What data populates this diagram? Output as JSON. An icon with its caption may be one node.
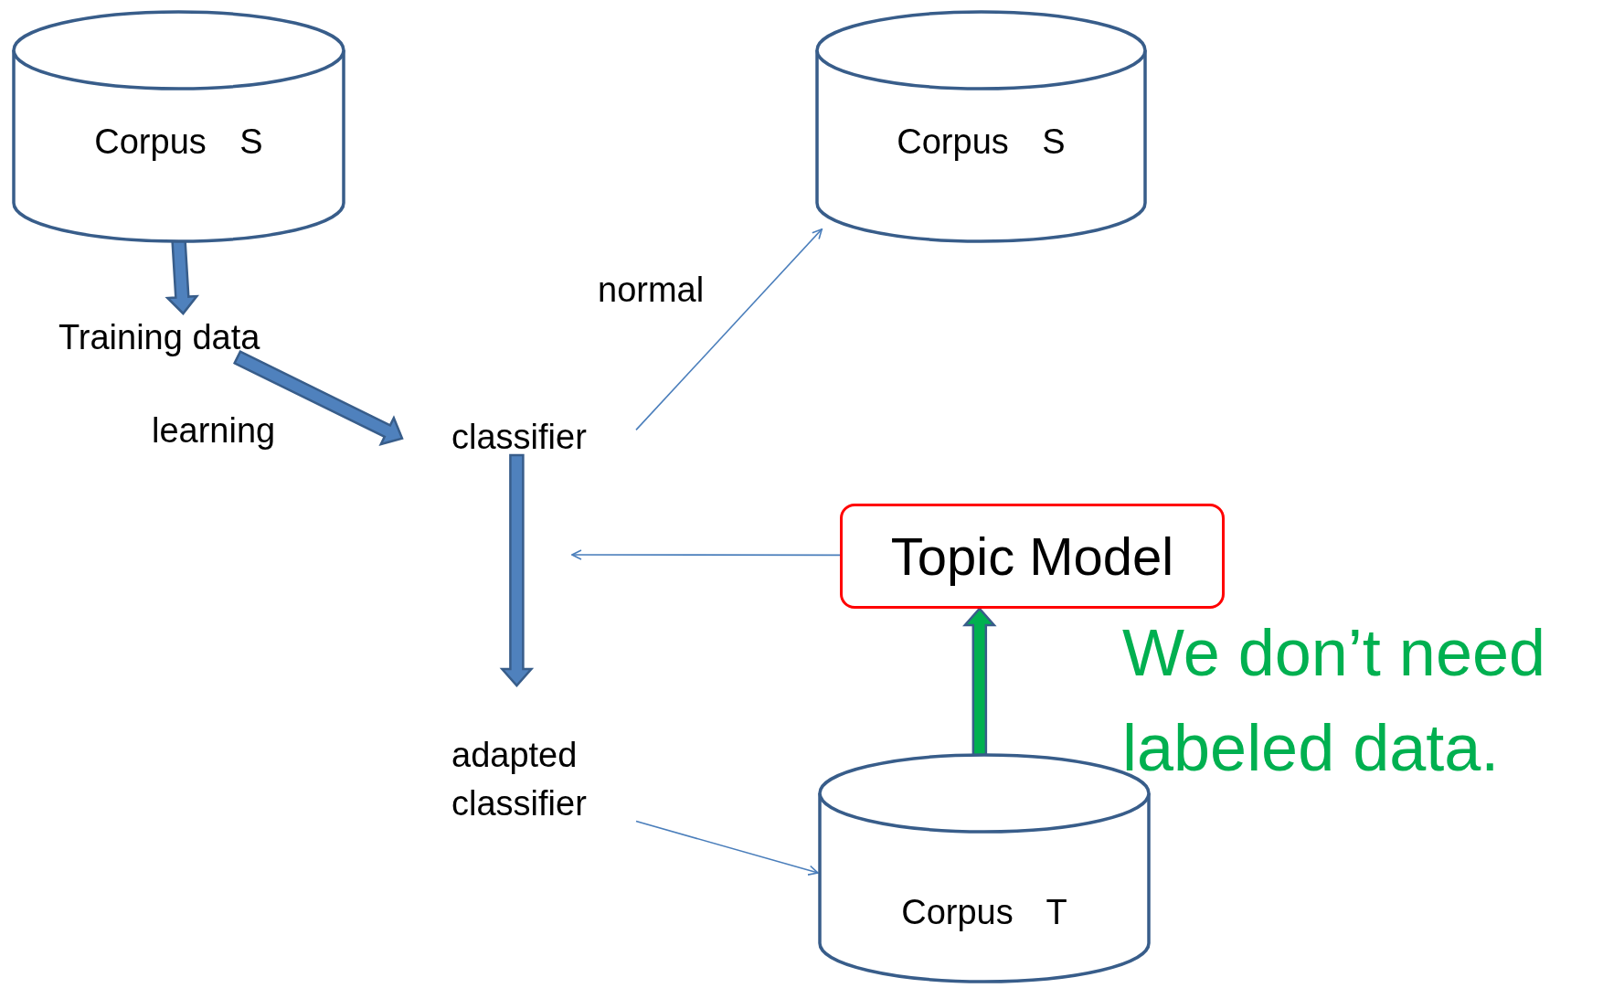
{
  "diagram": {
    "nodes": [
      {
        "text": [
          "Corpus S"
        ]
      },
      {
        "text": [
          "Corpus S"
        ]
      },
      {
        "text": [
          "Training data"
        ]
      },
      {
        "text": [
          "classifier"
        ]
      },
      {
        "text": [
          "Topic Model"
        ]
      },
      {
        "text": [
          "adapted classifier"
        ]
      },
      {
        "text": [
          "Corpus T"
        ]
      }
    ],
    "edges": [
      {
        "from": 0,
        "to": 2,
        "arrow": "to",
        "style": "thick"
      },
      {
        "from": 2,
        "to": 3,
        "arrow": "to",
        "style": "thick",
        "label": "learning"
      },
      {
        "from": 3,
        "to": 1,
        "arrow": "to",
        "label": "normal"
      },
      {
        "from": 3,
        "to": 5,
        "arrow": "to",
        "style": "thick"
      },
      {
        "from": 4,
        "to": null,
        "arrow": "to"
      },
      {
        "from": 5,
        "to": 6,
        "arrow": "to"
      },
      {
        "from": 6,
        "to": 4,
        "arrow": "to",
        "style": "thick",
        "color": "#00b050"
      }
    ],
    "labels": [
      "We don’t need labeled data."
    ]
  }
}
